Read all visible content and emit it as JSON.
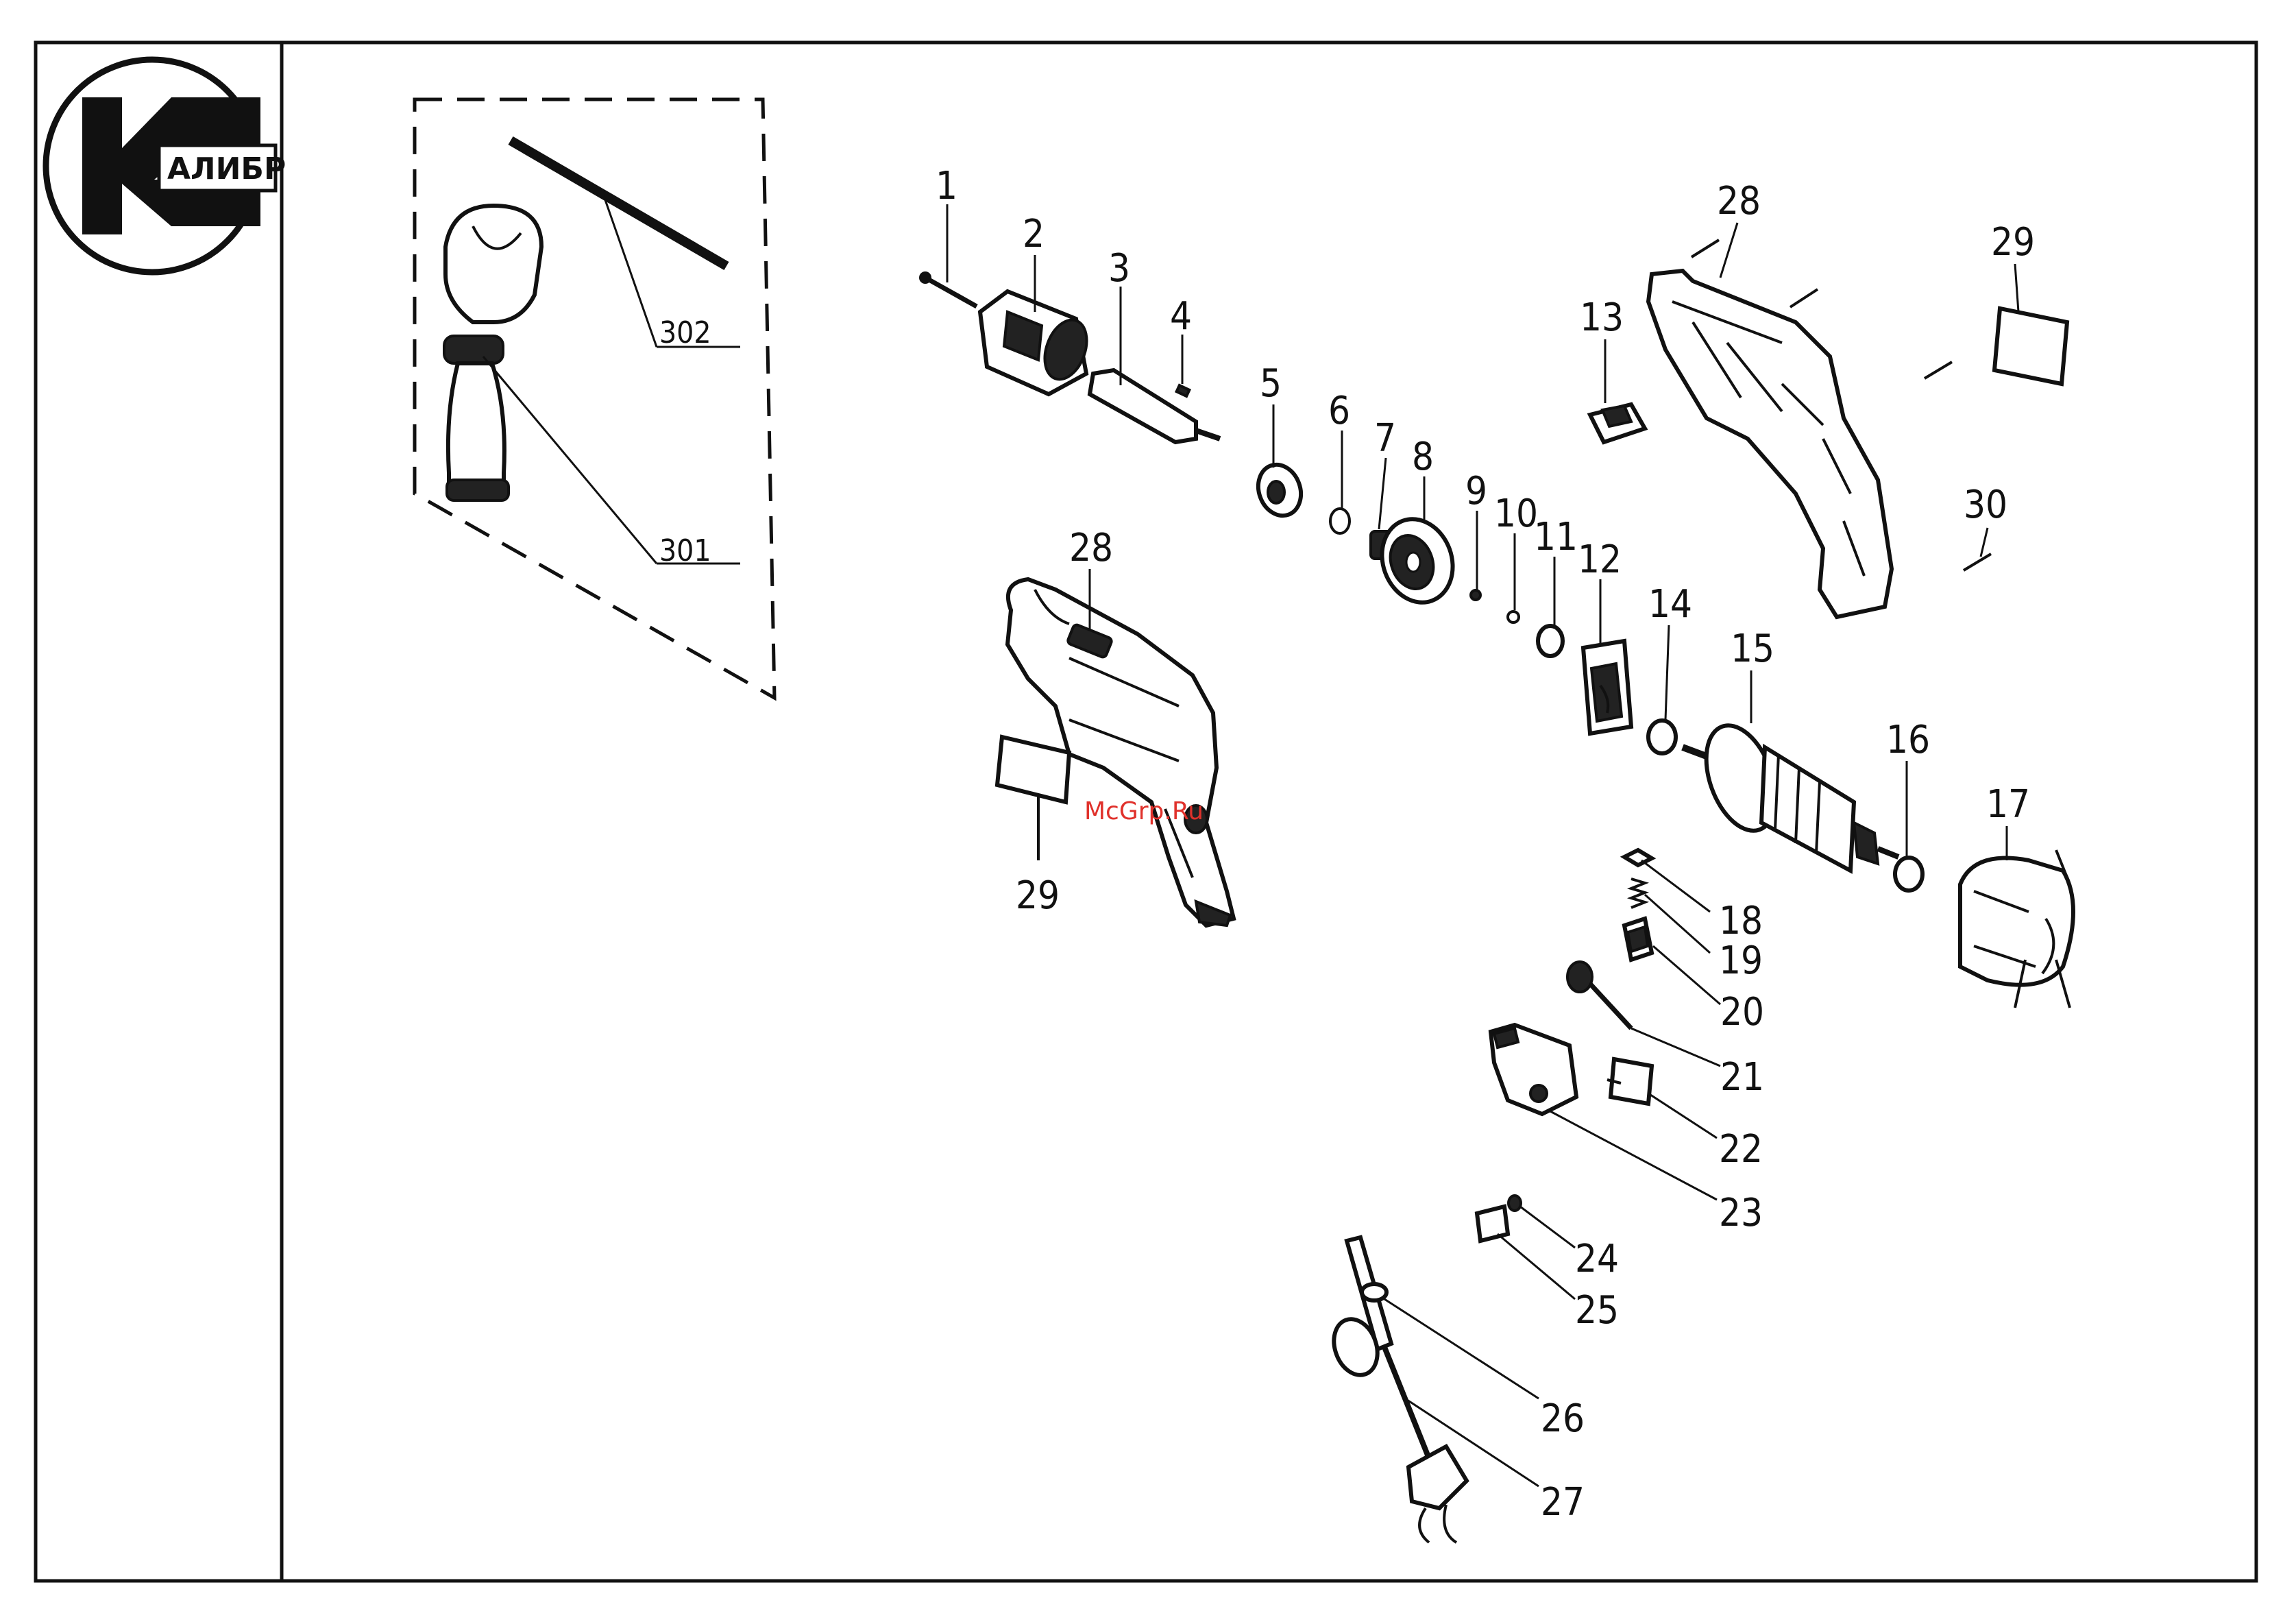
{
  "logo": {
    "brand_text": "АЛИБР"
  },
  "watermark": {
    "text": "McGrp.Ru"
  },
  "labels": {
    "p1": "1",
    "p2": "2",
    "p3": "3",
    "p4": "4",
    "p5": "5",
    "p6": "6",
    "p7": "7",
    "p8": "8",
    "p9": "9",
    "p10": "10",
    "p11": "11",
    "p12": "12",
    "p13": "13",
    "p14": "14",
    "p15": "15",
    "p16": "16",
    "p17": "17",
    "p18": "18",
    "p19": "19",
    "p20": "20",
    "p21": "21",
    "p22": "22",
    "p23": "23",
    "p24": "24",
    "p25": "25",
    "p26": "26",
    "p27": "27",
    "p28a": "28",
    "p28b": "28",
    "p29a": "29",
    "p29b": "29",
    "p30": "30",
    "p301": "301",
    "p302": "302"
  }
}
